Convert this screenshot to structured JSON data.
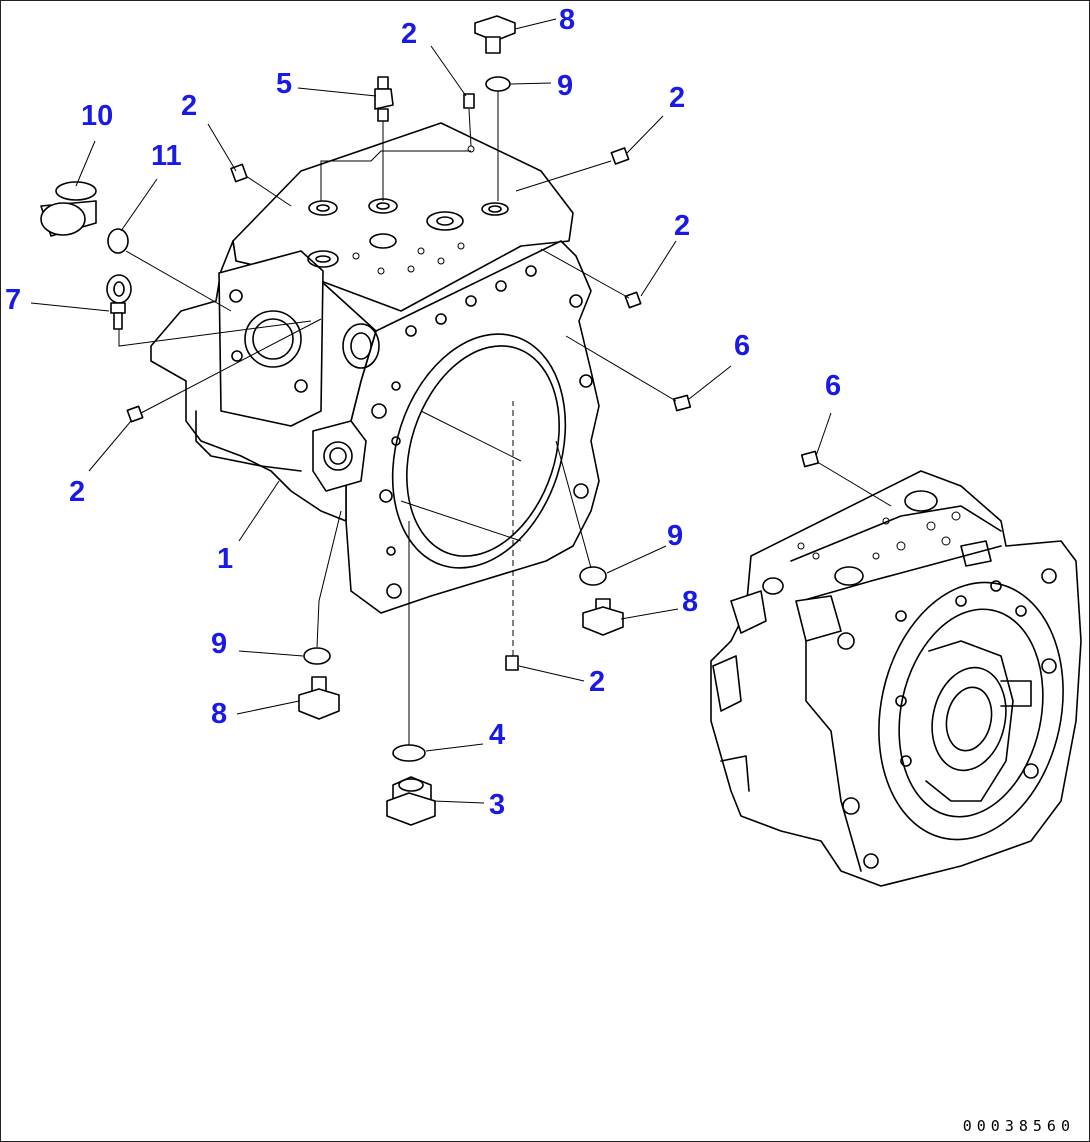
{
  "figure_code": "00038560",
  "colors": {
    "callout": "#1a1ae6",
    "line": "#000000",
    "background": "#ffffff"
  },
  "callouts": [
    {
      "id": "c10",
      "text": "10"
    },
    {
      "id": "c11",
      "text": "11"
    },
    {
      "id": "c7",
      "text": "7"
    },
    {
      "id": "c2a",
      "text": "2"
    },
    {
      "id": "c5",
      "text": "5"
    },
    {
      "id": "c2b",
      "text": "2"
    },
    {
      "id": "c8a",
      "text": "8"
    },
    {
      "id": "c9a",
      "text": "9"
    },
    {
      "id": "c2c",
      "text": "2"
    },
    {
      "id": "c2d",
      "text": "2"
    },
    {
      "id": "c6a",
      "text": "6"
    },
    {
      "id": "c6b",
      "text": "6"
    },
    {
      "id": "c2e",
      "text": "2"
    },
    {
      "id": "c1",
      "text": "1"
    },
    {
      "id": "c9b",
      "text": "9"
    },
    {
      "id": "c8b",
      "text": "8"
    },
    {
      "id": "c9c",
      "text": "9"
    },
    {
      "id": "c8c",
      "text": "8"
    },
    {
      "id": "c2f",
      "text": "2"
    },
    {
      "id": "c4",
      "text": "4"
    },
    {
      "id": "c3",
      "text": "3"
    }
  ]
}
